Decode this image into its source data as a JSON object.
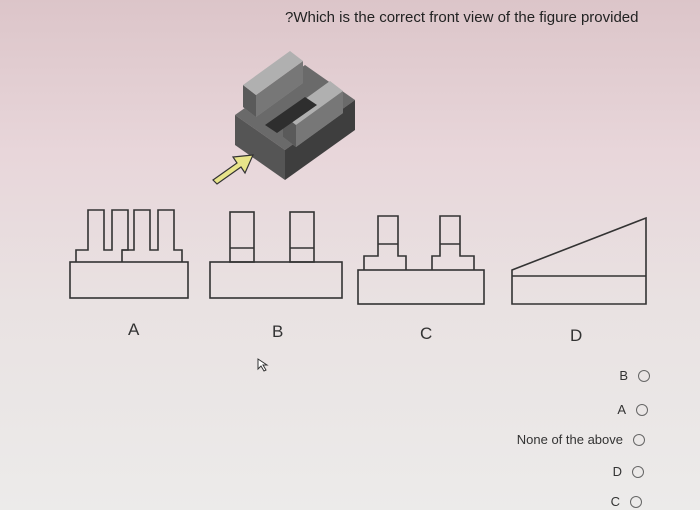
{
  "question": "?Which is the correct front view of the figure provided",
  "views": [
    {
      "label": "A"
    },
    {
      "label": "B"
    },
    {
      "label": "C"
    },
    {
      "label": "D"
    }
  ],
  "options": [
    {
      "label": "B",
      "selected": false
    },
    {
      "label": "A",
      "selected": false
    },
    {
      "label": "None of the above",
      "selected": false
    },
    {
      "label": "D",
      "selected": false
    },
    {
      "label": "C",
      "selected": false
    }
  ],
  "colors": {
    "arrow_fill": "#e8e48a",
    "solid_dark": "#4a4a4a",
    "solid_light": "#8a8a8a",
    "line": "#333333"
  }
}
